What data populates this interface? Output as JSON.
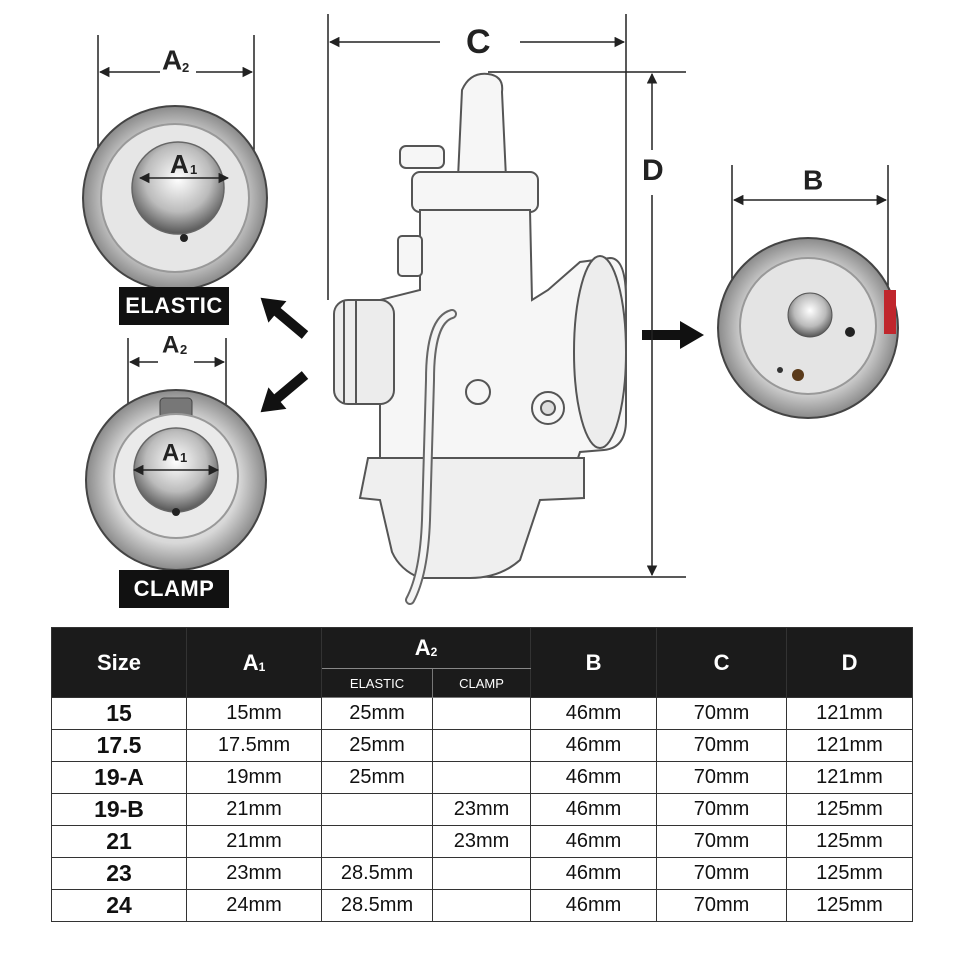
{
  "dimensions": {
    "A2": "A",
    "A2_sub": "2",
    "A1": "A",
    "A1_sub": "1",
    "B": "B",
    "C": "C",
    "D": "D"
  },
  "tags": {
    "elastic": "ELASTIC",
    "clamp": "CLAMP"
  },
  "table": {
    "headers": {
      "size": "Size",
      "a1": "A",
      "a1_sub": "1",
      "a2": "A",
      "a2_sub": "2",
      "a2_elastic": "ELASTIC",
      "a2_clamp": "CLAMP",
      "b": "B",
      "c": "C",
      "d": "D"
    },
    "rows": [
      {
        "size": "15",
        "a1": "15mm",
        "elastic": "25mm",
        "clamp": "",
        "b": "46mm",
        "c": "70mm",
        "d": "121mm"
      },
      {
        "size": "17.5",
        "a1": "17.5mm",
        "elastic": "25mm",
        "clamp": "",
        "b": "46mm",
        "c": "70mm",
        "d": "121mm"
      },
      {
        "size": "19-A",
        "a1": "19mm",
        "elastic": "25mm",
        "clamp": "",
        "b": "46mm",
        "c": "70mm",
        "d": "121mm"
      },
      {
        "size": "19-B",
        "a1": "21mm",
        "elastic": "",
        "clamp": "23mm",
        "b": "46mm",
        "c": "70mm",
        "d": "125mm"
      },
      {
        "size": "21",
        "a1": "21mm",
        "elastic": "",
        "clamp": "23mm",
        "b": "46mm",
        "c": "70mm",
        "d": "125mm"
      },
      {
        "size": "23",
        "a1": "23mm",
        "elastic": "28.5mm",
        "clamp": "",
        "b": "46mm",
        "c": "70mm",
        "d": "125mm"
      },
      {
        "size": "24",
        "a1": "24mm",
        "elastic": "28.5mm",
        "clamp": "",
        "b": "46mm",
        "c": "70mm",
        "d": "125mm"
      }
    ]
  }
}
